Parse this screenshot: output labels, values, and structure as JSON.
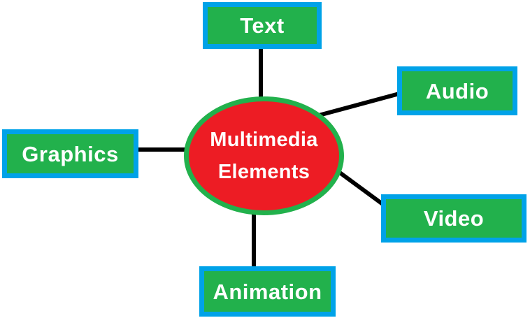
{
  "diagram": {
    "title": "Multimedia Elements",
    "center": {
      "label": "Multimedia Elements"
    },
    "nodes": [
      {
        "id": "text",
        "label": "Text"
      },
      {
        "id": "audio",
        "label": "Audio"
      },
      {
        "id": "graphics",
        "label": "Graphics"
      },
      {
        "id": "video",
        "label": "Video"
      },
      {
        "id": "animation",
        "label": "Animation"
      }
    ],
    "connectors": [
      {
        "from": "center",
        "to": "text"
      },
      {
        "from": "center",
        "to": "audio"
      },
      {
        "from": "center",
        "to": "graphics"
      },
      {
        "from": "center",
        "to": "video"
      },
      {
        "from": "center",
        "to": "animation"
      }
    ],
    "colors": {
      "node_fill": "#22b14c",
      "node_border": "#00a2e8",
      "center_fill": "#ed1c24",
      "center_border": "#22b14c",
      "connector": "#000000",
      "label_text": "#ffffff",
      "background": "#ffffff"
    }
  }
}
